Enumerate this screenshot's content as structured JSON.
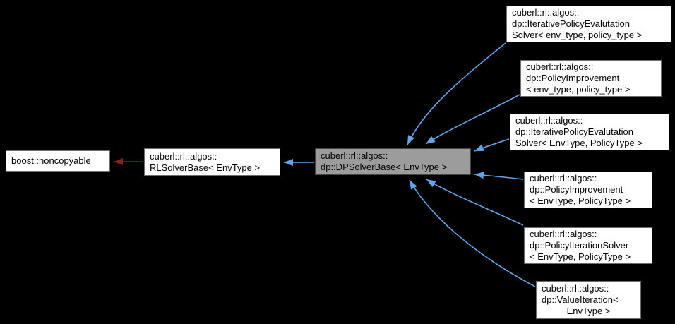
{
  "diagram": {
    "type": "inheritance-graph",
    "background": "#000000",
    "colors": {
      "public_inheritance_arrow": "#63a6e8",
      "private_inheritance_arrow": "#8b1f24",
      "node_fill": "#ffffff",
      "node_border": "#6e6e6e",
      "focus_node_fill": "#9c9c9c",
      "focus_node_border": "#454545",
      "text": "#000000"
    },
    "nodes": [
      {
        "id": "boost-noncopyable",
        "focused": false,
        "lines": [
          "boost::noncopyable"
        ]
      },
      {
        "id": "rlsolverbase",
        "focused": false,
        "lines": [
          "cuberl::rl::algos::",
          "RLSolverBase< EnvType >"
        ]
      },
      {
        "id": "dpsolverbase",
        "focused": true,
        "lines": [
          "cuberl::rl::algos::",
          "dp::DPSolverBase< EnvType >"
        ]
      },
      {
        "id": "iterativepolicyevalutationsolver-lower",
        "focused": false,
        "lines": [
          "cuberl::rl::algos::",
          "dp::IterativePolicyEvalutation",
          "Solver< env_type, policy_type >"
        ]
      },
      {
        "id": "policyimprovement-lower",
        "focused": false,
        "lines": [
          "cuberl::rl::algos::",
          "dp::PolicyImprovement",
          "< env_type, policy_type >"
        ]
      },
      {
        "id": "iterativepolicyevalutationsolver-upper",
        "focused": false,
        "lines": [
          "cuberl::rl::algos::",
          "dp::IterativePolicyEvalutation",
          "Solver< EnvType, PolicyType >"
        ]
      },
      {
        "id": "policyimprovement-upper",
        "focused": false,
        "lines": [
          "cuberl::rl::algos::",
          "dp::PolicyImprovement",
          "< EnvType, PolicyType >"
        ]
      },
      {
        "id": "policyiterationsolver",
        "focused": false,
        "lines": [
          "cuberl::rl::algos::",
          "dp::PolicyIterationSolver",
          "< EnvType, PolicyType >"
        ]
      },
      {
        "id": "valueiteration",
        "focused": false,
        "lines": [
          "cuberl::rl::algos::",
          "dp::ValueIteration<",
          "EnvType >"
        ]
      }
    ],
    "edges": [
      {
        "from": "rlsolverbase",
        "to": "boost-noncopyable",
        "relation": "private-inheritance",
        "color": "#8b1f24"
      },
      {
        "from": "dpsolverbase",
        "to": "rlsolverbase",
        "relation": "public-inheritance",
        "color": "#63a6e8"
      },
      {
        "from": "iterativepolicyevalutationsolver-lower",
        "to": "dpsolverbase",
        "relation": "public-inheritance",
        "color": "#63a6e8"
      },
      {
        "from": "policyimprovement-lower",
        "to": "dpsolverbase",
        "relation": "public-inheritance",
        "color": "#63a6e8"
      },
      {
        "from": "iterativepolicyevalutationsolver-upper",
        "to": "dpsolverbase",
        "relation": "public-inheritance",
        "color": "#63a6e8"
      },
      {
        "from": "policyimprovement-upper",
        "to": "dpsolverbase",
        "relation": "public-inheritance",
        "color": "#63a6e8"
      },
      {
        "from": "policyiterationsolver",
        "to": "dpsolverbase",
        "relation": "public-inheritance",
        "color": "#63a6e8"
      },
      {
        "from": "valueiteration",
        "to": "dpsolverbase",
        "relation": "public-inheritance",
        "color": "#63a6e8"
      }
    ]
  }
}
